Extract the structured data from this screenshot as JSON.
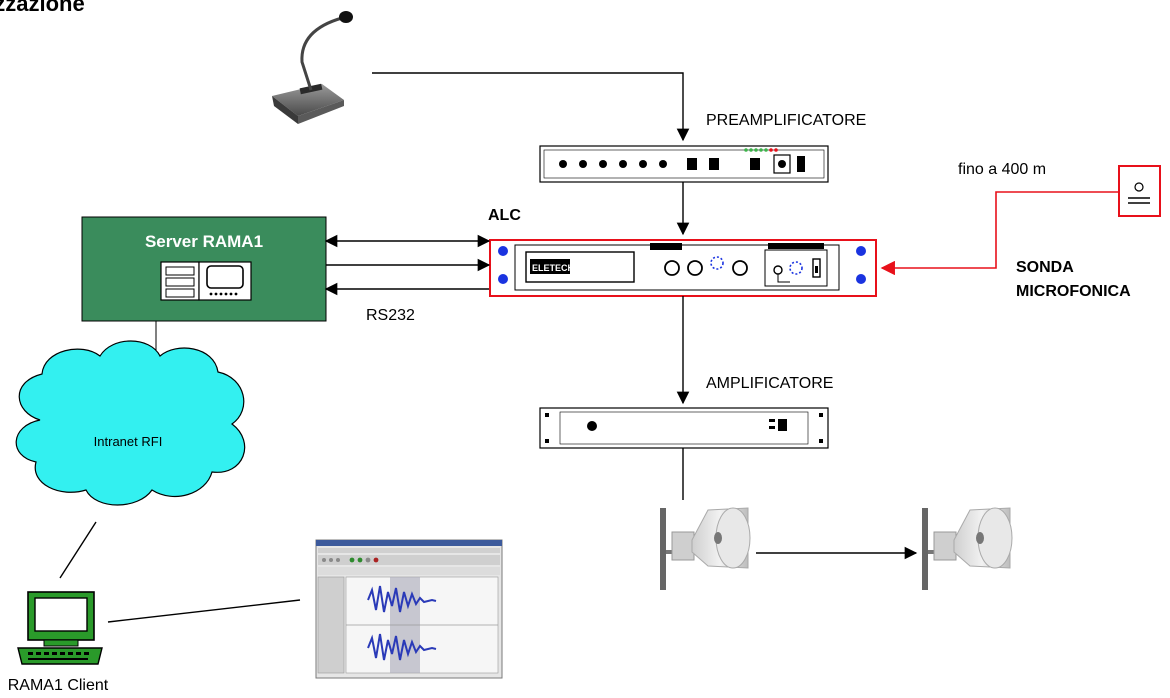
{
  "page_title": "lizzazione",
  "preamp_label": "PREAMPLIFICATORE",
  "alc_label": "ALC",
  "server": {
    "title": "Server RAMA1",
    "fill_color": "#3a8c5c"
  },
  "rs232_label": "RS232",
  "device_brand": "ELETECH",
  "distance_label": "fino a 400 m",
  "probe_label_line1": "SONDA",
  "probe_label_line2": "MICROFONICA",
  "amp_label": "AMPLIFICATORE",
  "intranet_label": "Intranet RFI",
  "client_label": "RAMA1 Client",
  "colors": {
    "probe_red": "#e8101a",
    "cloud_fill": "#33f0f0",
    "dot_blue": "#1a33e0"
  }
}
